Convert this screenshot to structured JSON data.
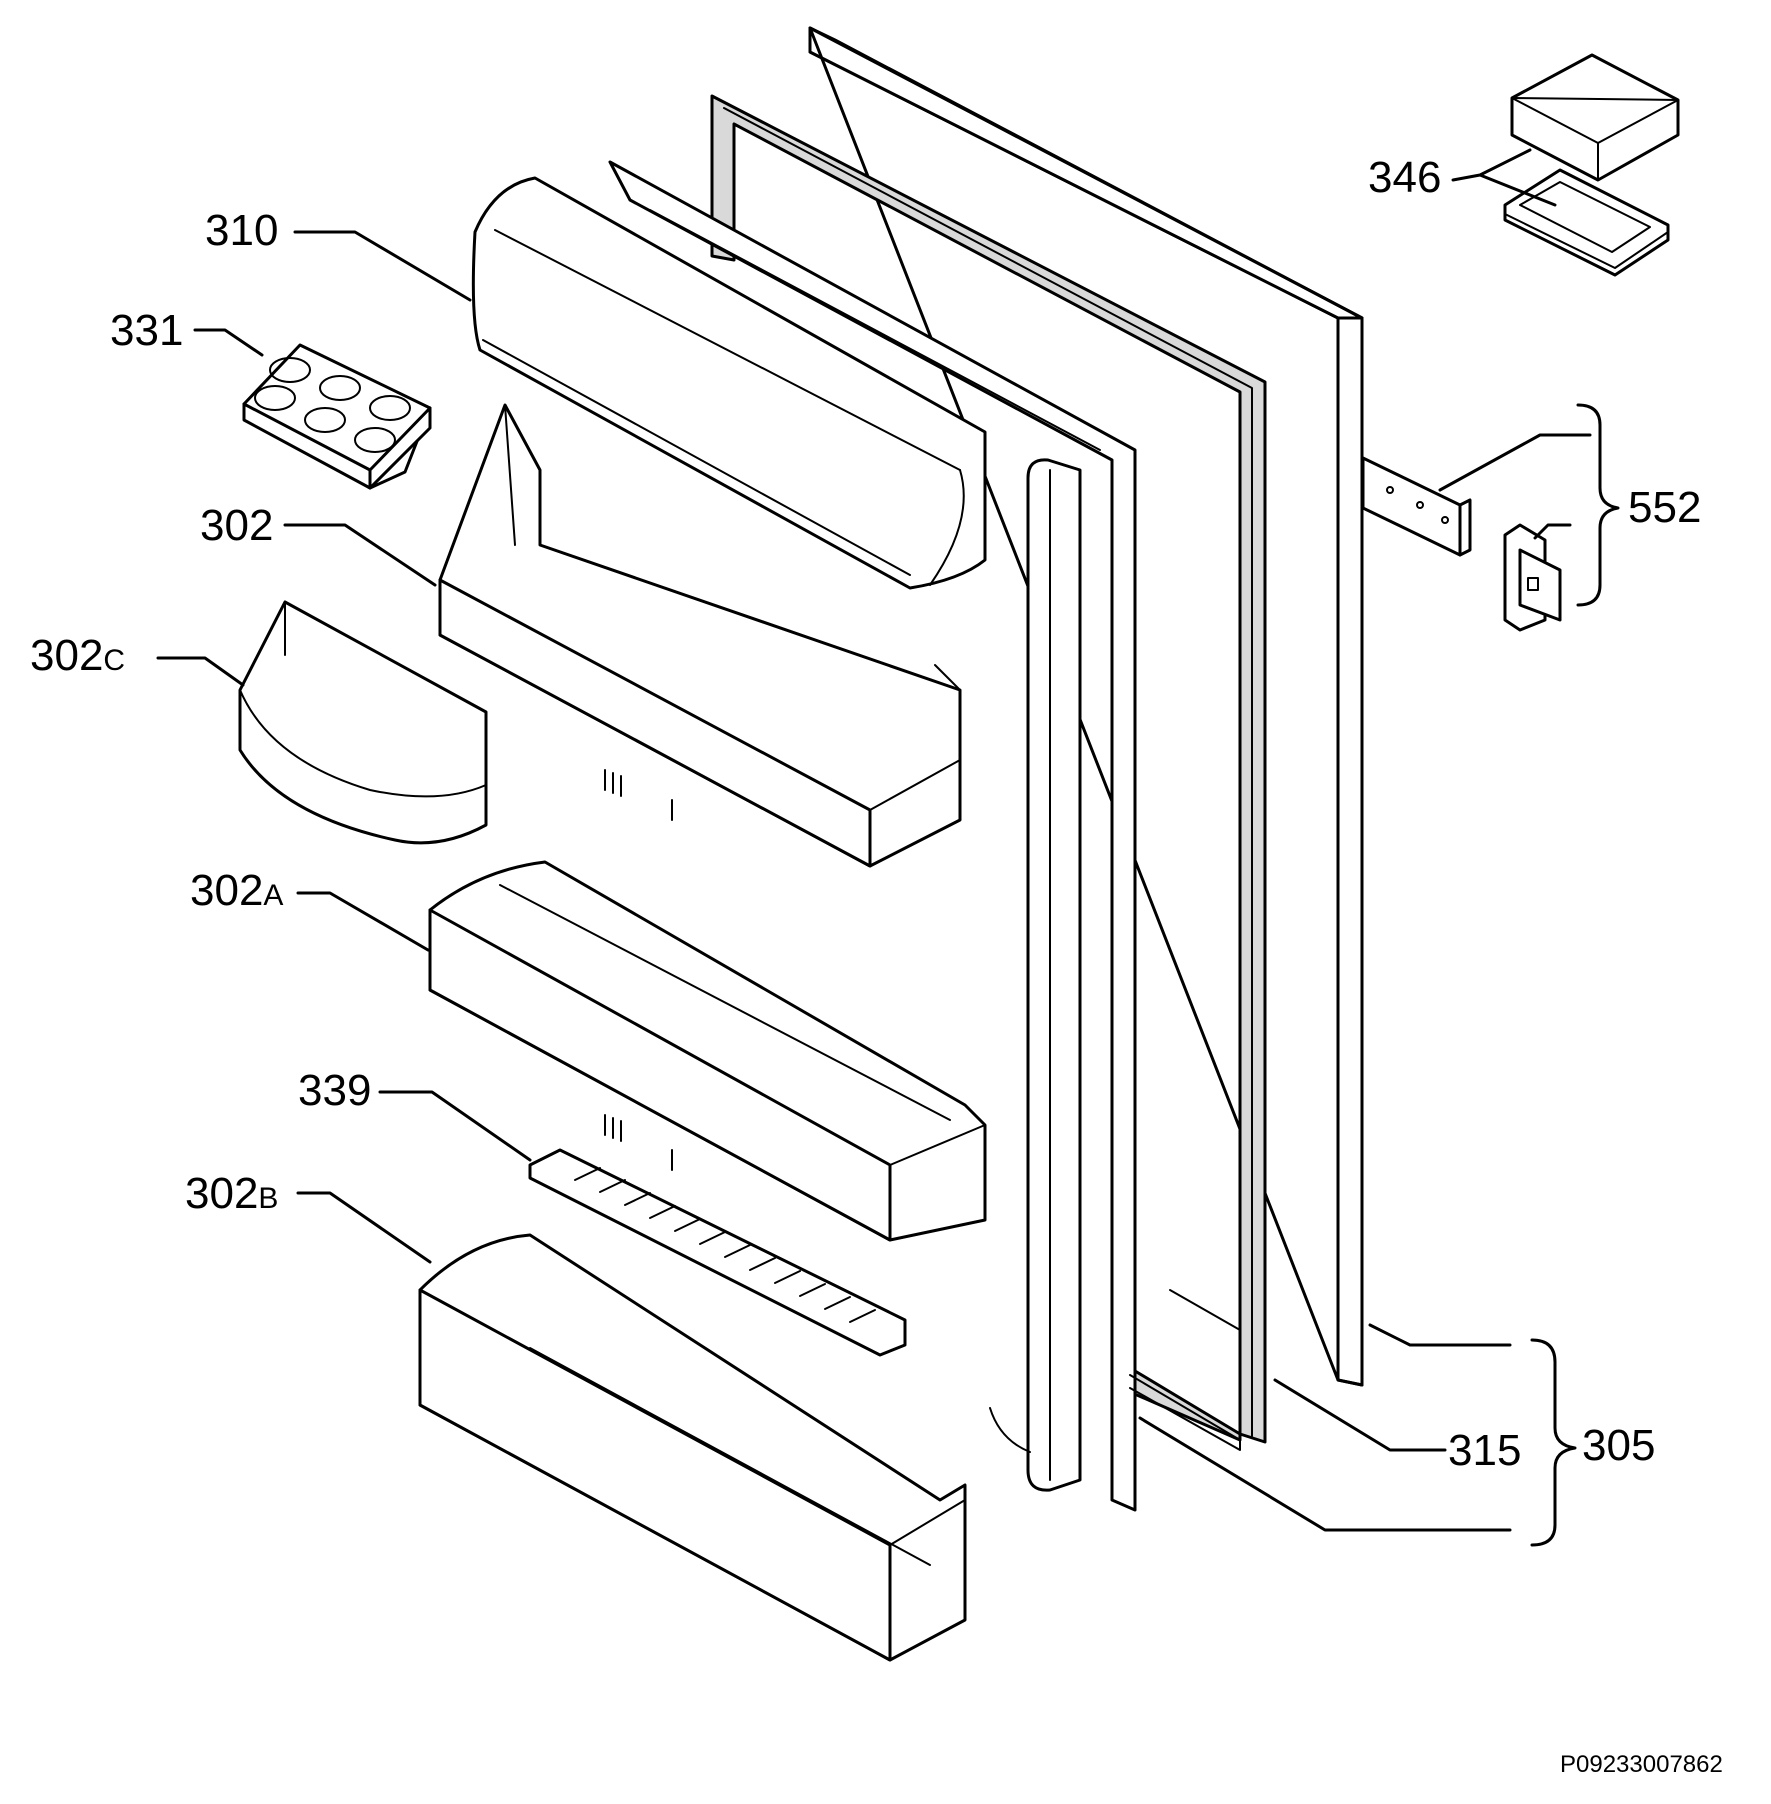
{
  "callouts": {
    "door_panel_group": {
      "num": "305"
    },
    "gasket": {
      "num": "315"
    },
    "top_cover": {
      "num": "310"
    },
    "egg_tray": {
      "num": "331"
    },
    "upper_shelf": {
      "num": "302"
    },
    "small_shelf": {
      "num": "302",
      "suffix": "C"
    },
    "middle_shelf": {
      "num": "302",
      "suffix": "A"
    },
    "bottle_holder": {
      "num": "339"
    },
    "bottom_shelf": {
      "num": "302",
      "suffix": "B"
    },
    "hinge_kit": {
      "num": "552"
    },
    "plug_kit": {
      "num": "346"
    }
  },
  "drawing_code": "P09233007862"
}
